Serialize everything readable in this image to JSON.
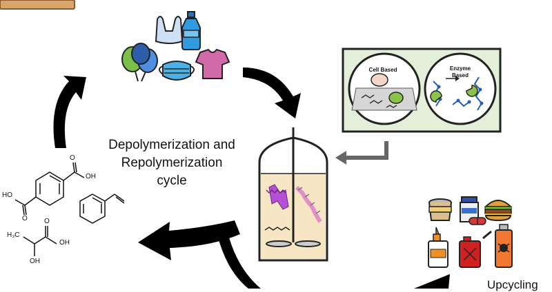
{
  "cycle_label": {
    "line1": "Depolymerization and",
    "line2": "Repolymerization",
    "line3": "cycle"
  },
  "panel": {
    "cell_label": "Cell Based",
    "enzyme_label_line1": "Enzyme",
    "enzyme_label_line2": "Based"
  },
  "chem": {
    "terephthalic_oh_top": "OH",
    "terephthalic_ho_bottom": "HO",
    "terephthalic_o_top": "O",
    "terephthalic_o_bottom": "O",
    "lactic_ch3": "H₃C",
    "lactic_oh_right": "OH",
    "lactic_o": "O",
    "lactic_oh_bottom": "OH"
  },
  "partial_label": "Upcycling",
  "colors": {
    "arrow": "#000000",
    "panel_border": "#222222",
    "panel_fill": "#e4efd9",
    "reactor_fill": "#f6e6c3",
    "plastic_bag": "#cfe0f5",
    "bottle": "#2f9be0",
    "balloon_green": "#7bbf4b",
    "balloon_blue": "#4f8ee0",
    "mask": "#4db1e6",
    "shirt": "#d06aa8",
    "polymer_purple": "#b44fd6",
    "polymer_pink": "#e28fc8"
  }
}
